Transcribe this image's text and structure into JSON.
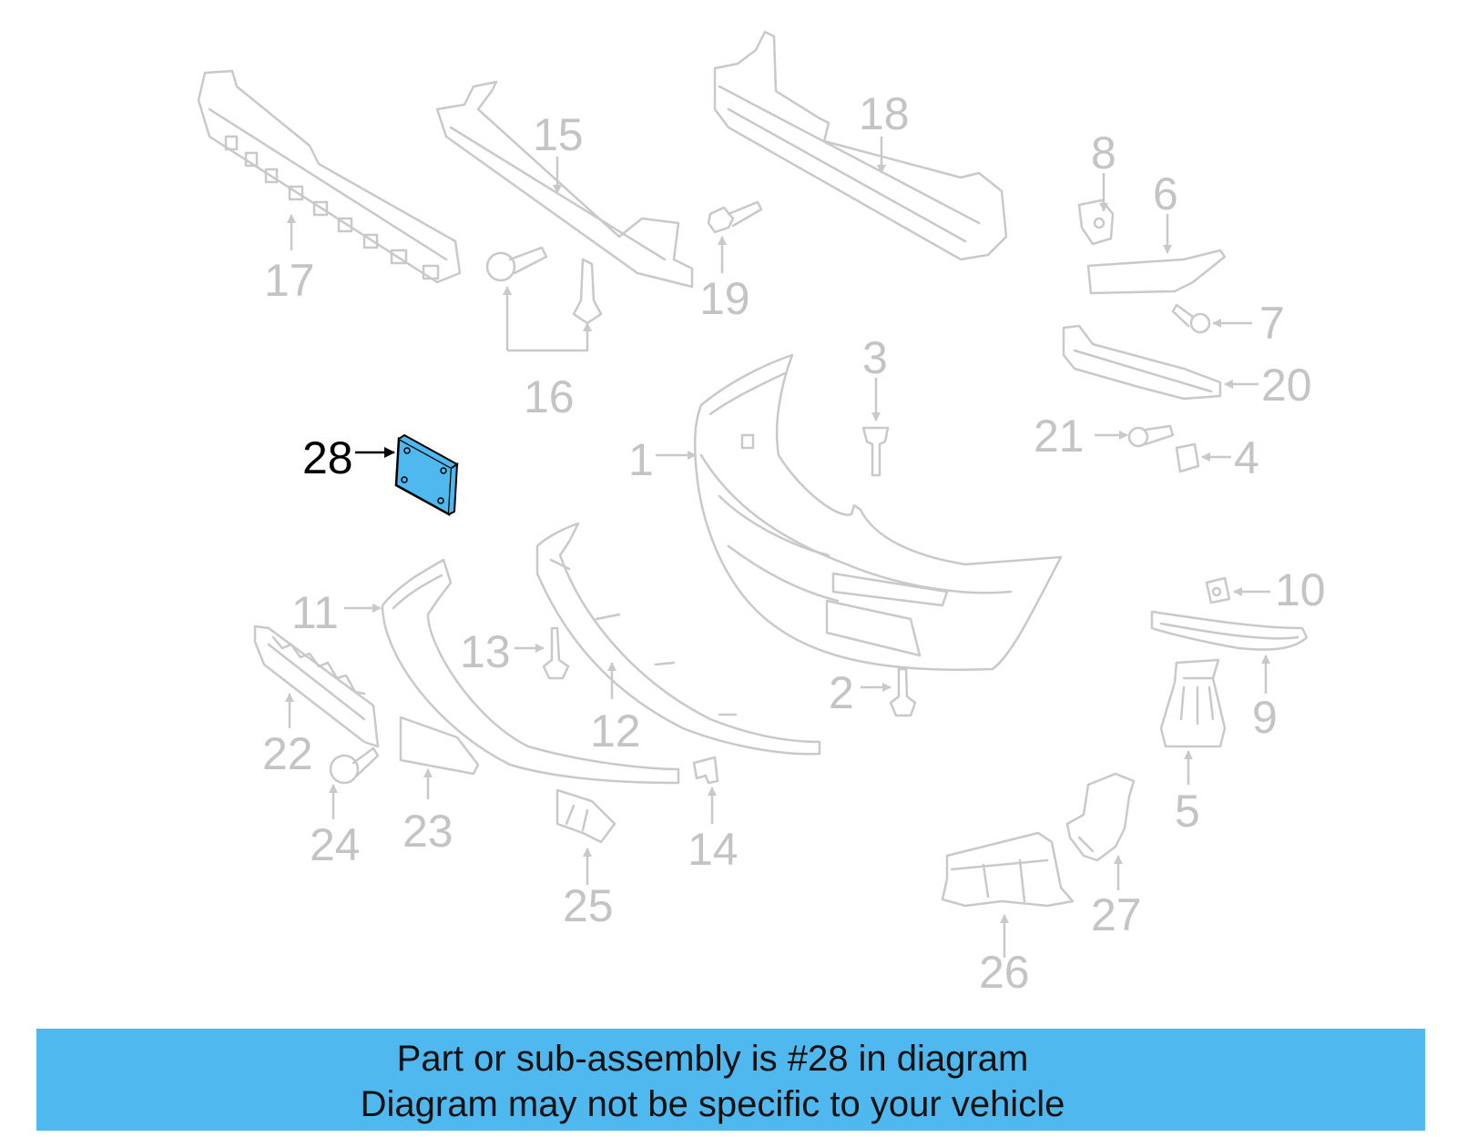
{
  "colors": {
    "highlight": "#4fb8ef",
    "parts": "#c9c9c9",
    "labels": "#c4c4c4",
    "banner": "#4fb8ef"
  },
  "highlighted_part": "28",
  "callouts": {
    "c1": "1",
    "c2": "2",
    "c3": "3",
    "c4": "4",
    "c5": "5",
    "c6": "6",
    "c7": "7",
    "c8": "8",
    "c9": "9",
    "c10": "10",
    "c11": "11",
    "c12": "12",
    "c13": "13",
    "c14": "14",
    "c15": "15",
    "c16": "16",
    "c17": "17",
    "c18": "18",
    "c19": "19",
    "c20": "20",
    "c21": "21",
    "c22": "22",
    "c23": "23",
    "c24": "24",
    "c25": "25",
    "c26": "26",
    "c27": "27",
    "c28": "28"
  },
  "caption": {
    "line1": "Part or sub-assembly is #28 in diagram",
    "line2": "Diagram may not be specific to your vehicle"
  }
}
